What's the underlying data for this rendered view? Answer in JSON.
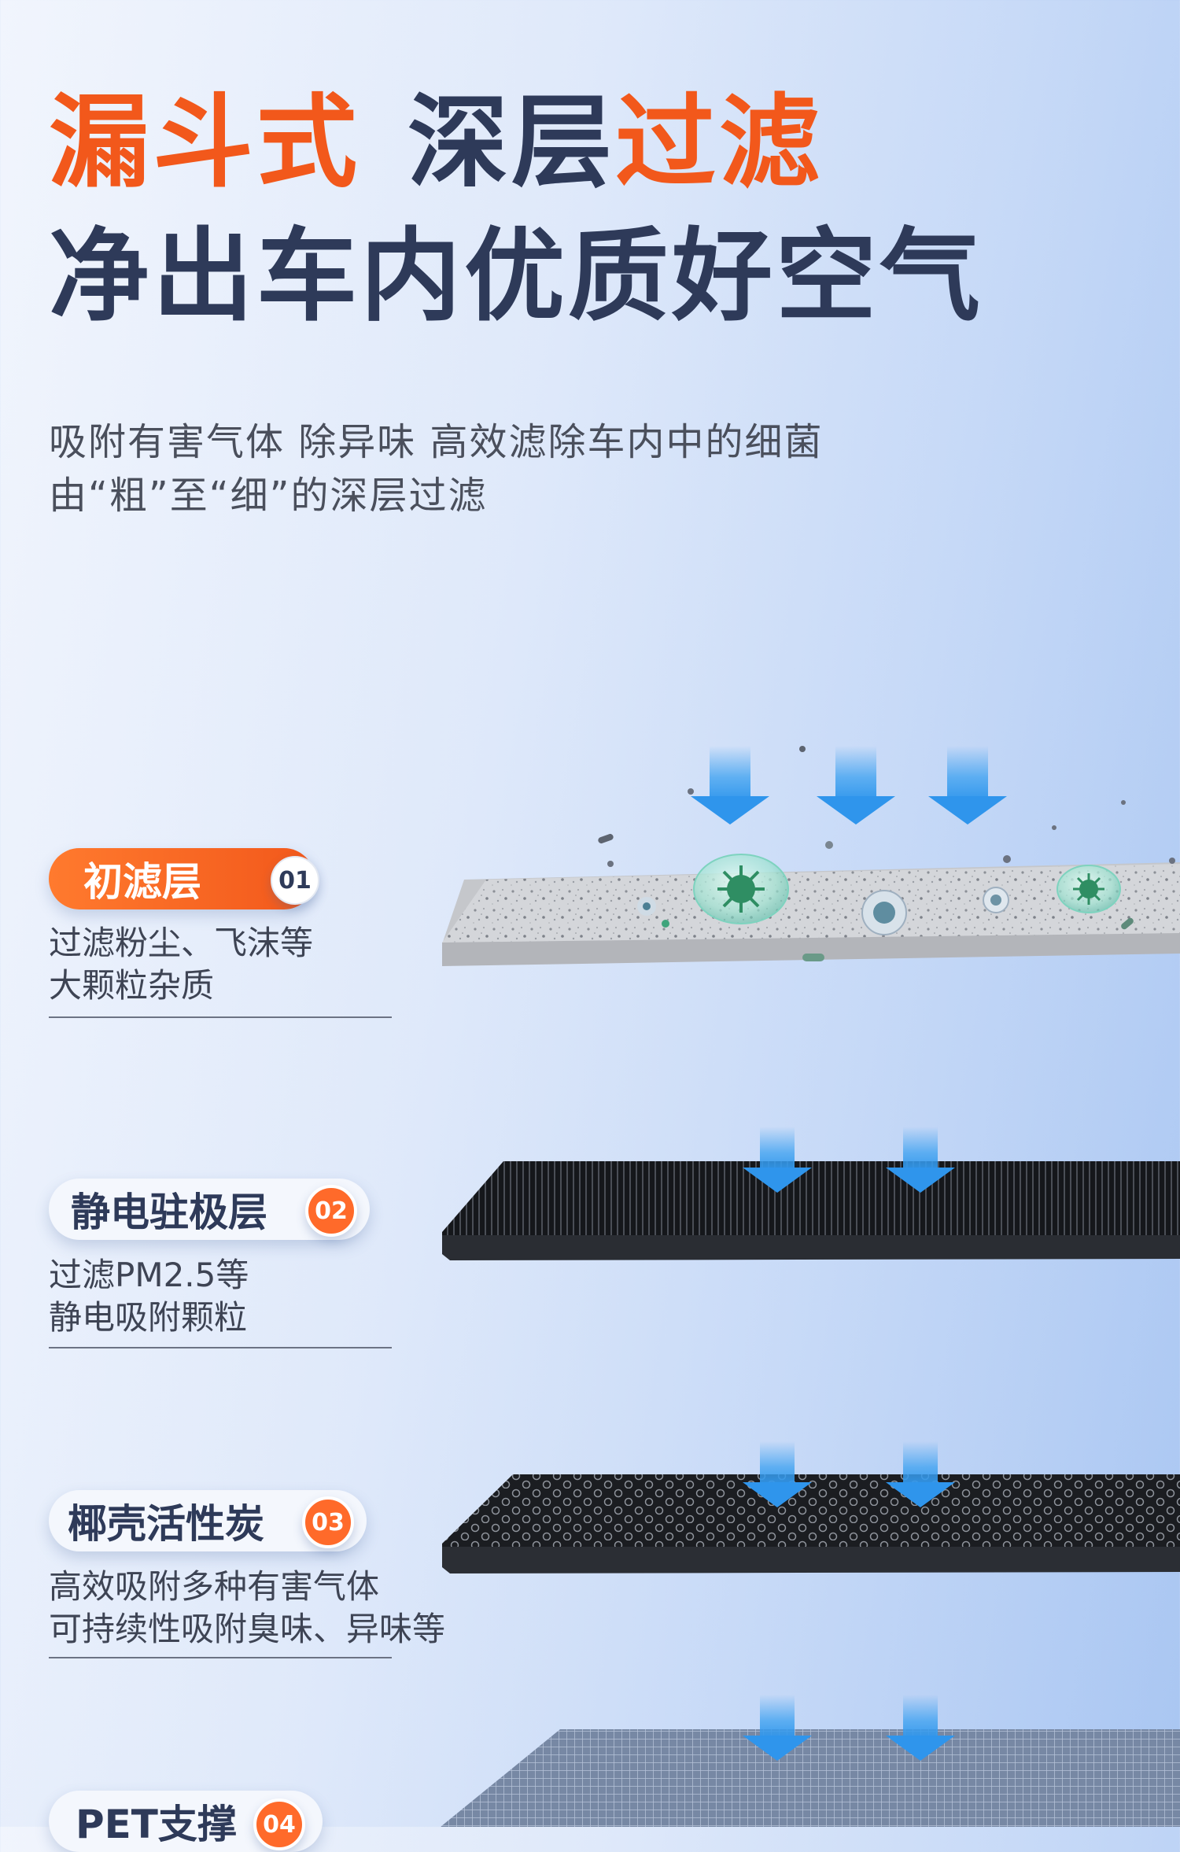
{
  "headline": {
    "part1": "漏斗式",
    "part2": "深层",
    "part3": "过滤",
    "line2": "净出车内优质好空气"
  },
  "subtitle": {
    "line1": "吸附有害气体  除异味  高效滤除车内中的细菌",
    "line2": "由“粗”至“细”的深层过滤"
  },
  "layers": [
    {
      "label": "初滤层",
      "number": "01",
      "desc1": "过滤粉尘、飞沫等",
      "desc2": "大颗粒杂质"
    },
    {
      "label": "静电驻极层",
      "number": "02",
      "desc1": "过滤PM2.5等",
      "desc2": "静电吸附颗粒"
    },
    {
      "label": "椰壳活性炭",
      "number": "03",
      "desc1": "高效吸附多种有害气体",
      "desc2": "可持续性吸附臭味、异味等"
    },
    {
      "label": "PET支撑",
      "number": "04"
    }
  ],
  "colors": {
    "accent": "#f2581b",
    "navy": "#2e3a59",
    "arrow": "#3aa0f0"
  },
  "icons": [
    "down-arrow-icon",
    "virus-icon"
  ]
}
